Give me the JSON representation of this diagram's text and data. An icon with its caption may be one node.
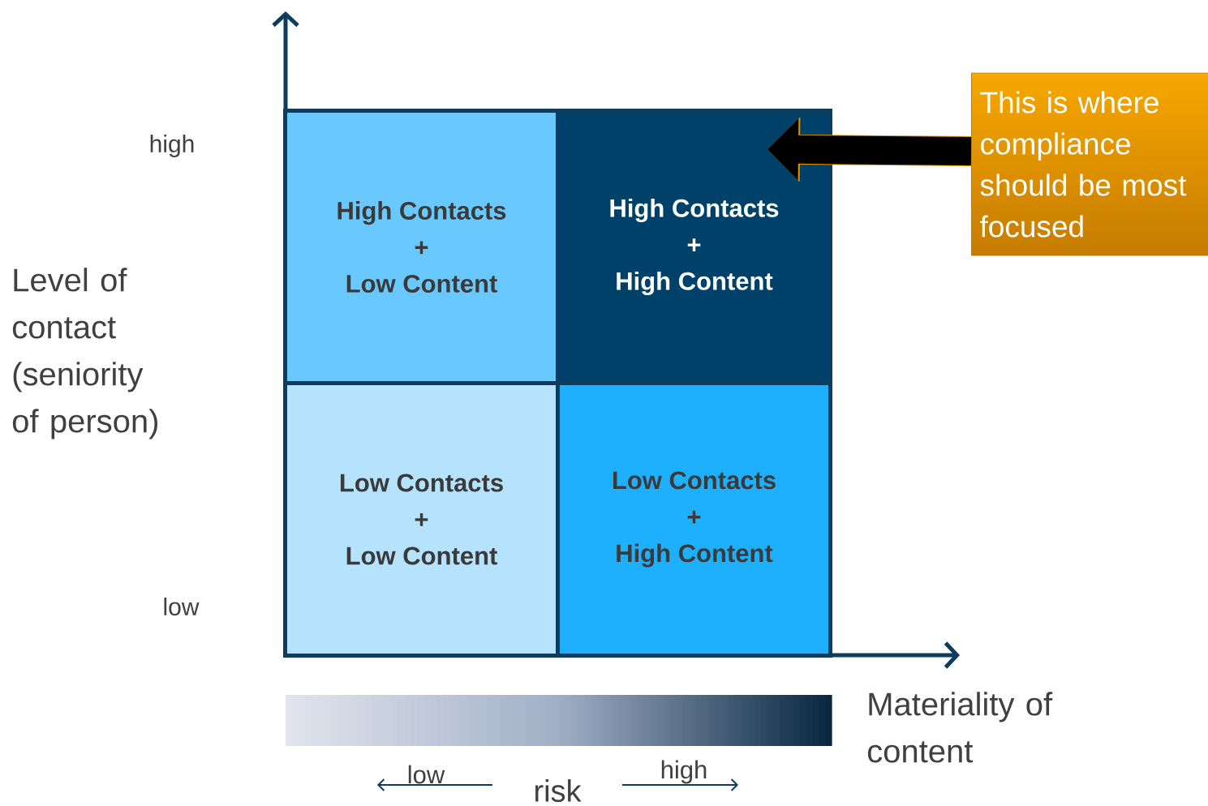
{
  "diagram": {
    "nodes": [
      {
        "text": [
          "High Contacts",
          "+",
          "Low Content"
        ]
      },
      {
        "text": [
          "High Contacts",
          "+",
          "High Content"
        ]
      },
      {
        "text": [
          "Low Contacts",
          "+",
          "Low Content"
        ]
      },
      {
        "text": [
          "Low Contacts",
          "+",
          "High Content"
        ]
      },
      {
        "text": [
          "This is where compliance should be most focused"
        ]
      }
    ],
    "edges": [
      {
        "from": 4,
        "to": 1,
        "arrow": "to",
        "color": "#000000"
      }
    ],
    "labels": [
      "high",
      "Level of contact (seniority of person)",
      "low",
      "Materiality of content",
      "low",
      "risk",
      "high"
    ]
  }
}
